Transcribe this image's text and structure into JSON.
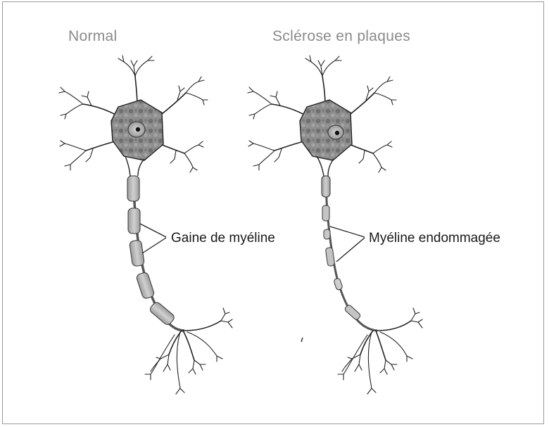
{
  "panels": {
    "left": {
      "title": "Normal",
      "callout": "Gaine de myéline"
    },
    "right": {
      "title": "Sclérose en plaques",
      "callout": "Myéline endommagée"
    }
  },
  "colors": {
    "title": "#8a8a8a",
    "ink": "#222222",
    "soma_fill": "#8d8d8d",
    "myelin_fill": "#b9b9b9",
    "frame": "#9a9a9a"
  }
}
